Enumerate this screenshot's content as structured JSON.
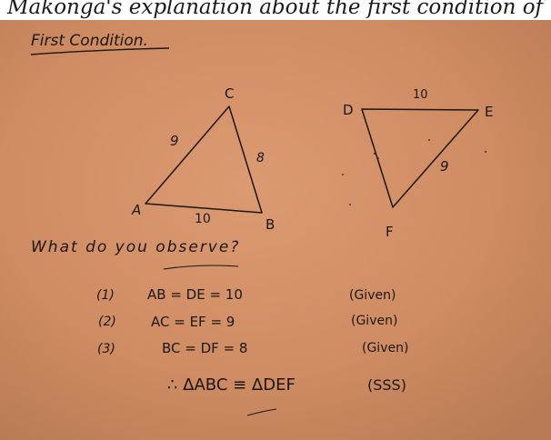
{
  "caption": "Makonga's explanation about the first condition of",
  "board": {
    "heading": "First Condition.",
    "triangle_abc": {
      "vertex_a": "A",
      "vertex_b": "B",
      "vertex_c": "C",
      "side_ac": "9",
      "side_ab": "10",
      "side_bc": "8"
    },
    "triangle_def": {
      "vertex_d": "D",
      "vertex_e": "E",
      "vertex_f": "F",
      "side_de": "10",
      "side_ef": "9"
    },
    "question": "What do you observe?",
    "steps": [
      {
        "num": "(1)",
        "stmt": "AB = DE = 10",
        "reason": "(Given)"
      },
      {
        "num": "(2)",
        "stmt": "AC = EF = 9",
        "reason": "(Given)"
      },
      {
        "num": "(3)",
        "stmt": "BC = DF = 8",
        "reason": "(Given)"
      }
    ],
    "conclusion": "∴ ΔABC ≡ ΔDEF",
    "conclusion_reason": "(SSS)"
  },
  "colors": {
    "board": "#d08e66",
    "chalk": "#1c1714"
  }
}
